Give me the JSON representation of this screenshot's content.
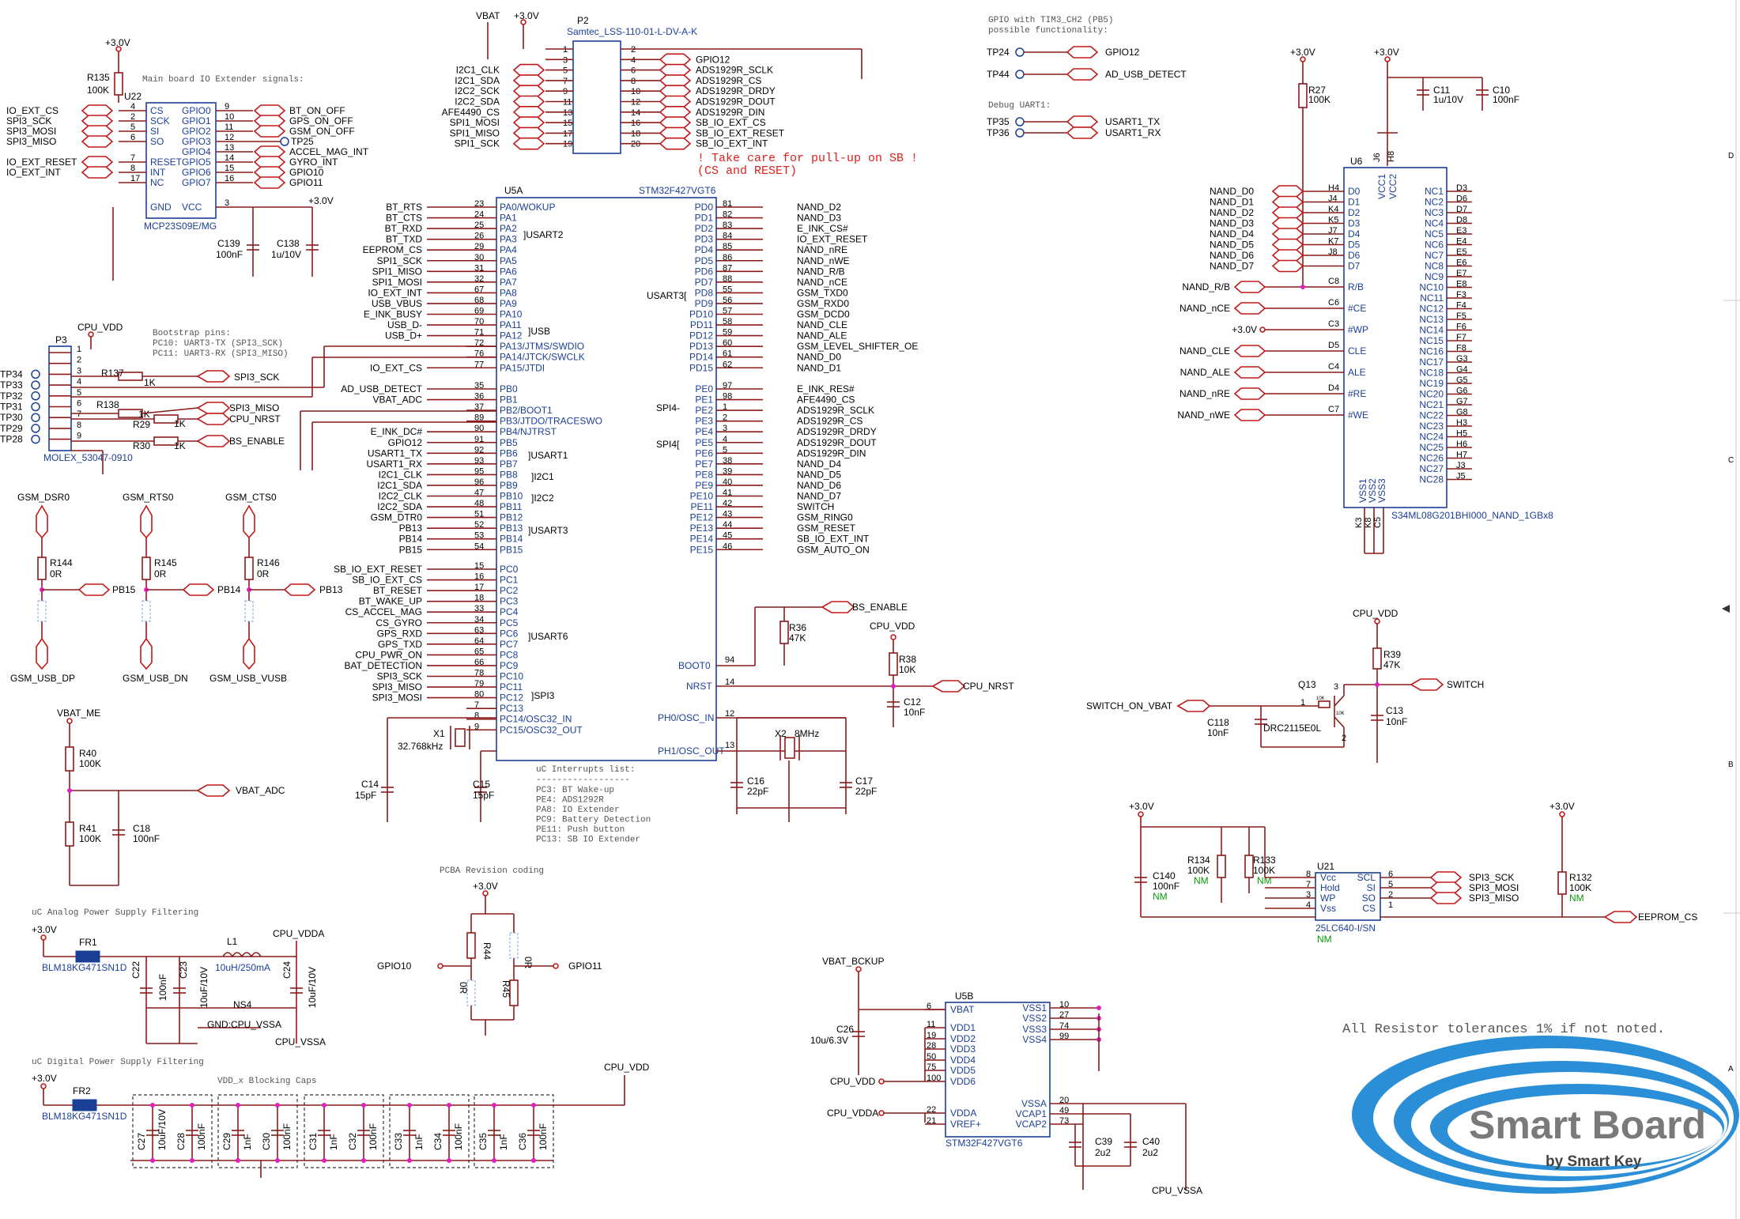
{
  "hdr": {
    "mcp_notes": "Main board IO Extender signals:",
    "gpio_note1": "GPIO with TIM3_CH2 (PB5)",
    "gpio_note2": "possible functionality:",
    "uart_note": "Debug UART1:",
    "boot_note1": "Bootstrap pins:",
    "boot_note2": "PC10: UART3-TX (SPI3_SCK)",
    "boot_note3": "PC11: UART3-RX (SPI3_MISO)",
    "pullup1": "! Take care for pull-up on SB !",
    "pullup2": "(CS and RESET)",
    "pcba": "PCBA Revision coding",
    "analog": "uC Analog Power Supply Filtering",
    "digital": "uC Digital Power Supply Filtering",
    "vddx": "VDD_x Blocking Caps",
    "tol": "All Resistor tolerances 1% if not noted."
  },
  "p2": {
    "ref": "P2",
    "part": "Samtec_LSS-110-01-L-DV-A-K",
    "vbat": "VBAT",
    "v30": "+3.0V",
    "left_nets": [
      "I2C1_CLK",
      "I2C1_SDA",
      "I2C2_SCK",
      "I2C2_SDA",
      "AFE4490_CS",
      "SPI1_MOSI",
      "SPI1_MISO",
      "SPI1_SCK"
    ],
    "left_pins": [
      "1",
      "3",
      "5",
      "7",
      "9",
      "11",
      "13",
      "15",
      "17",
      "19"
    ],
    "right_pins": [
      "2",
      "4",
      "6",
      "8",
      "10",
      "12",
      "14",
      "16",
      "18",
      "20"
    ],
    "right_nets": [
      "GPIO12",
      "ADS1929R_SCLK",
      "ADS1929R_CS",
      "ADS1929R_DRDY",
      "ADS1929R_DOUT",
      "ADS1929R_DIN",
      "SB_IO_EXT_CS",
      "SB_IO_EXT_RESET",
      "SB_IO_EXT_INT"
    ]
  },
  "u22": {
    "ref": "U22",
    "part": "MCP23S09E/MG",
    "v30": "+3.0V",
    "r135": "R135",
    "r135v": "100K",
    "left_pins": [
      [
        "CS",
        "4"
      ],
      [
        "SCK",
        "2"
      ],
      [
        "SI",
        "5"
      ],
      [
        "SO",
        "6"
      ],
      [
        "RESET",
        "7"
      ],
      [
        "INT",
        "8"
      ],
      [
        "NC",
        "17"
      ],
      [
        "GND",
        ""
      ]
    ],
    "left_nets": [
      "IO_EXT_CS",
      "SPI3_SCK",
      "SPI3_MOSI",
      "SPI3_MISO",
      "IO_EXT_RESET",
      "IO_EXT_INT"
    ],
    "right_pins": [
      [
        "GPIO0",
        "9"
      ],
      [
        "GPIO1",
        "10"
      ],
      [
        "GPIO2",
        "11"
      ],
      [
        "GPIO3",
        "12"
      ],
      [
        "GPIO4",
        "13"
      ],
      [
        "GPIO5",
        "14"
      ],
      [
        "GPIO6",
        "15"
      ],
      [
        "GPIO7",
        "16"
      ],
      [
        "VCC",
        "3"
      ]
    ],
    "right_nets": [
      "BT_ON_OFF",
      "GPS_ON_OFF",
      "GSM_ON_OFF",
      "TP25",
      "ACCEL_MAG_INT",
      "GYRO_INT",
      "GPIO10",
      "GPIO11"
    ],
    "c139": "C139",
    "c139v": "100nF",
    "c138": "C138",
    "c138v": "1u/10V",
    "v30b": "+3.0V"
  },
  "tp": {
    "tp24": "TP24",
    "tp24net": "GPIO12",
    "tp44": "TP44",
    "tp44net": "AD_USB_DETECT",
    "tp35": "TP35",
    "tp35net": "USART1_TX",
    "tp36": "TP36",
    "tp36net": "USART1_RX"
  },
  "u5a": {
    "ref": "U5A",
    "part": "STM32F427VGT6",
    "left": [
      [
        "BT_RTS",
        "23",
        "PA0/WOKUP"
      ],
      [
        "BT_CTS",
        "24",
        "PA1"
      ],
      [
        "BT_RXD",
        "25",
        "PA2"
      ],
      [
        "BT_TXD",
        "26",
        "PA3"
      ],
      [
        "EEPROM_CS",
        "29",
        "PA4"
      ],
      [
        "SPI1_SCK",
        "30",
        "PA5"
      ],
      [
        "SPI1_MISO",
        "31",
        "PA6"
      ],
      [
        "SPI1_MOSI",
        "32",
        "PA7"
      ],
      [
        "IO_EXT_INT",
        "67",
        "PA8"
      ],
      [
        "USB_VBUS",
        "68",
        "PA9"
      ],
      [
        "E_INK_BUSY",
        "69",
        "PA10"
      ],
      [
        "USB_D-",
        "70",
        "PA11"
      ],
      [
        "USB_D+",
        "71",
        "PA12"
      ],
      [
        "",
        "72",
        "PA13/JTMS/SWDIO"
      ],
      [
        "",
        "76",
        "PA14/JTCK/SWCLK"
      ],
      [
        "IO_EXT_CS",
        "77",
        "PA15/JTDI"
      ],
      [
        "AD_USB_DETECT",
        "35",
        "PB0"
      ],
      [
        "VBAT_ADC",
        "36",
        "PB1"
      ],
      [
        "",
        "37",
        "PB2/BOOT1"
      ],
      [
        "",
        "89",
        "PB3/JTDO/TRACESWO"
      ],
      [
        "E_INK_DC#",
        "90",
        "PB4/NJTRST"
      ],
      [
        "GPIO12",
        "91",
        "PB5"
      ],
      [
        "USART1_TX",
        "92",
        "PB6"
      ],
      [
        "USART1_RX",
        "93",
        "PB7"
      ],
      [
        "I2C1_CLK",
        "95",
        "PB8"
      ],
      [
        "I2C1_SDA",
        "96",
        "PB9"
      ],
      [
        "I2C2_CLK",
        "47",
        "PB10"
      ],
      [
        "I2C2_SDA",
        "48",
        "PB11"
      ],
      [
        "GSM_DTR0",
        "51",
        "PB12"
      ],
      [
        "PB13",
        "52",
        "PB13"
      ],
      [
        "PB14",
        "53",
        "PB14"
      ],
      [
        "PB15",
        "54",
        "PB15"
      ],
      [
        "SB_IO_EXT_RESET",
        "15",
        "PC0"
      ],
      [
        "SB_IO_EXT_CS",
        "16",
        "PC1"
      ],
      [
        "BT_RESET",
        "17",
        "PC2"
      ],
      [
        "BT_WAKE_UP",
        "18",
        "PC3"
      ],
      [
        "CS_ACCEL_MAG",
        "33",
        "PC4"
      ],
      [
        "CS_GYRO",
        "34",
        "PC5"
      ],
      [
        "GPS_RXD",
        "63",
        "PC6"
      ],
      [
        "GPS_TXD",
        "64",
        "PC7"
      ],
      [
        "CPU_PWR_ON",
        "65",
        "PC8"
      ],
      [
        "BAT_DETECTION",
        "66",
        "PC9"
      ],
      [
        "SPI3_SCK",
        "78",
        "PC10"
      ],
      [
        "SPI3_MISO",
        "79",
        "PC11"
      ],
      [
        "SPI3_MOSI",
        "80",
        "PC12"
      ],
      [
        "",
        "7",
        "PC13"
      ],
      [
        "",
        "8",
        "PC14/OSC32_IN"
      ],
      [
        "",
        "9",
        "PC15/OSC32_OUT"
      ]
    ],
    "right": [
      [
        "PD0",
        "81",
        "NAND_D2"
      ],
      [
        "PD1",
        "82",
        "NAND_D3"
      ],
      [
        "PD2",
        "83",
        "E_INK_CS#"
      ],
      [
        "PD3",
        "84",
        "IO_EXT_RESET"
      ],
      [
        "PD4",
        "85",
        "NAND_nRE"
      ],
      [
        "PD5",
        "86",
        "NAND_nWE"
      ],
      [
        "PD6",
        "87",
        "NAND_R/B"
      ],
      [
        "PD7",
        "88",
        "NAND_nCE"
      ],
      [
        "PD8",
        "55",
        "GSM_TXD0"
      ],
      [
        "PD9",
        "56",
        "GSM_RXD0"
      ],
      [
        "PD10",
        "57",
        "GSM_DCD0"
      ],
      [
        "PD11",
        "58",
        "NAND_CLE"
      ],
      [
        "PD12",
        "59",
        "NAND_ALE"
      ],
      [
        "PD13",
        "60",
        "GSM_LEVEL_SHIFTER_OE"
      ],
      [
        "PD14",
        "61",
        "NAND_D0"
      ],
      [
        "PD15",
        "62",
        "NAND_D1"
      ],
      [
        "PE0",
        "97",
        "E_INK_RES#"
      ],
      [
        "PE1",
        "98",
        "AFE4490_CS"
      ],
      [
        "PE2",
        "1",
        "ADS1929R_SCLK"
      ],
      [
        "PE3",
        "2",
        "ADS1929R_CS"
      ],
      [
        "PE4",
        "3",
        "ADS1929R_DRDY"
      ],
      [
        "PE5",
        "4",
        "ADS1929R_DOUT"
      ],
      [
        "PE6",
        "5",
        "ADS1929R_DIN"
      ],
      [
        "PE7",
        "38",
        "NAND_D4"
      ],
      [
        "PE8",
        "39",
        "NAND_D5"
      ],
      [
        "PE9",
        "40",
        "NAND_D6"
      ],
      [
        "PE10",
        "41",
        "NAND_D7"
      ],
      [
        "PE11",
        "42",
        "SWITCH"
      ],
      [
        "PE12",
        "43",
        "GSM_RING0"
      ],
      [
        "PE13",
        "44",
        "GSM_RESET"
      ],
      [
        "PE14",
        "45",
        "SB_IO_EXT_INT"
      ],
      [
        "PE15",
        "46",
        "GSM_AUTO_ON"
      ]
    ],
    "boot0": "BOOT0",
    "boot0n": "94",
    "nrst": "NRST",
    "nrstn": "14",
    "ph0": "PH0/OSC_IN",
    "ph0n": "12",
    "ph1": "PH1/OSC_OUT",
    "ph1n": "13",
    "grp_usart2": "]USART2",
    "grp_usb": "]USB",
    "grp_usart1": "]USART1",
    "grp_i2c1": "]I2C1",
    "grp_i2c2": "]I2C2",
    "grp_usart3": "]USART3",
    "grp_usart6": "]USART6",
    "grp_spi3": "]SPI3",
    "grp_usart3b": "USART3[",
    "grp_spi4a": "SPI4-",
    "grp_spi4b": "SPI4["
  },
  "u6": {
    "ref": "U6",
    "part": "S34ML08G201BHI000_NAND_1GBx8",
    "v30a": "+3.0V",
    "v30b": "+3.0V",
    "r27": "R27",
    "r27v": "100K",
    "c11": "C11",
    "c11v": "1u/10V",
    "c10": "C10",
    "c10v": "100nF",
    "vcc_pins": [
      "J6",
      "H8"
    ],
    "vcc": [
      "VCC1",
      "VCC2"
    ],
    "data": [
      [
        "NAND_D0",
        "H4",
        "D0"
      ],
      [
        "NAND_D1",
        "J4",
        "D1"
      ],
      [
        "NAND_D2",
        "K4",
        "D2"
      ],
      [
        "NAND_D3",
        "K5",
        "D3"
      ],
      [
        "NAND_D4",
        "J7",
        "D4"
      ],
      [
        "NAND_D5",
        "K7",
        "D5"
      ],
      [
        "NAND_D6",
        "J8",
        "D6"
      ],
      [
        "NAND_D7",
        "",
        "D7"
      ]
    ],
    "ctrl": [
      [
        "NAND_R/B",
        "C8",
        "R/B"
      ],
      [
        "NAND_nCE",
        "C6",
        "#CE"
      ],
      [
        "+3.0V",
        "C3",
        "#WP"
      ],
      [
        "NAND_CLE",
        "D5",
        "CLE"
      ],
      [
        "NAND_ALE",
        "C4",
        "ALE"
      ],
      [
        "NAND_nRE",
        "D4",
        "#RE"
      ],
      [
        "NAND_nWE",
        "C7",
        "#WE"
      ]
    ],
    "nc": [
      [
        "NC1",
        "D3"
      ],
      [
        "NC2",
        "D6"
      ],
      [
        "NC3",
        "D7"
      ],
      [
        "NC4",
        "D8"
      ],
      [
        "NC5",
        "E3"
      ],
      [
        "NC6",
        "E4"
      ],
      [
        "NC7",
        "E5"
      ],
      [
        "NC8",
        "E6"
      ],
      [
        "NC9",
        "E7"
      ],
      [
        "NC10",
        "E8"
      ],
      [
        "NC11",
        "F3"
      ],
      [
        "NC12",
        "F4"
      ],
      [
        "NC13",
        "F5"
      ],
      [
        "NC14",
        "F6"
      ],
      [
        "NC15",
        "F7"
      ],
      [
        "NC16",
        "F8"
      ],
      [
        "NC17",
        "G3"
      ],
      [
        "NC18",
        "G4"
      ],
      [
        "NC19",
        "G5"
      ],
      [
        "NC20",
        "G6"
      ],
      [
        "NC21",
        "G7"
      ],
      [
        "NC22",
        "G8"
      ],
      [
        "NC23",
        "H3"
      ],
      [
        "NC24",
        "H5"
      ],
      [
        "NC25",
        "H6"
      ],
      [
        "NC26",
        "H7"
      ],
      [
        "NC27",
        "J3"
      ],
      [
        "NC28",
        "J5"
      ]
    ],
    "vss": [
      "VSS1",
      "VSS2",
      "VSS3"
    ],
    "vss_pins": [
      "K3",
      "K8",
      "C5"
    ]
  },
  "p3": {
    "ref": "P3",
    "cpu_vdd": "CPU_VDD",
    "part": "MOLEX_53047-0910",
    "tps": [
      "TP34",
      "TP33",
      "TP32",
      "TP31",
      "TP30",
      "TP29",
      "",
      "TP28"
    ],
    "pins": [
      "1",
      "2",
      "3",
      "4",
      "5",
      "6",
      "7",
      "8",
      "9"
    ],
    "r137": "R137",
    "r137v": "1K",
    "r138": "R138",
    "r138v": "1K",
    "r29": "R29",
    "r29v": "1K",
    "r30": "R30",
    "r30v": "1K",
    "nets": [
      "SPI3_SCK",
      "SPI3_MISO",
      "CPU_NRST",
      "BS_ENABLE"
    ]
  },
  "gsm": {
    "top": [
      "GSM_DSR0",
      "GSM_RTS0",
      "GSM_CTS0"
    ],
    "refs": [
      "R144",
      "R145",
      "R146"
    ],
    "vals": [
      "0R",
      "0R",
      "0R"
    ],
    "pb": [
      "PB15",
      "PB14",
      "PB13"
    ],
    "bottom": [
      "GSM_USB_DP",
      "GSM_USB_DN",
      "GSM_USB_VUSB"
    ]
  },
  "vbat_me": {
    "label": "VBAT_ME",
    "r40": "R40",
    "r40v": "100K",
    "r41": "R41",
    "r41v": "100K",
    "c18": "C18",
    "c18v": "100nF",
    "net": "VBAT_ADC"
  },
  "analog": {
    "v30": "+3.0V",
    "fr1": "FR1",
    "fr1v": "BLM18KG471SN1D",
    "l1": "L1",
    "l1v": "10uH/250mA",
    "cpu_vdda": "CPU_VDDA",
    "c22": "C22",
    "c22v": "100nF",
    "c23": "C23",
    "c23v": "10uF/10V",
    "c24": "C24",
    "c24v": "10uF/10V",
    "ns4": "NS4",
    "gnd": "GND:CPU_VSSA",
    "cpu_vssa": "CPU_VSSA"
  },
  "digital": {
    "v30": "+3.0V",
    "fr2": "FR2",
    "fr2v": "BLM18KG471SN1D",
    "cpu_vdd": "CPU_VDD",
    "caps": [
      [
        "C27",
        "10uF/10V"
      ],
      [
        "C28",
        "100nF"
      ],
      [
        "C29",
        "1nF"
      ],
      [
        "C30",
        "100nF"
      ],
      [
        "C31",
        "1nF"
      ],
      [
        "C32",
        "100nF"
      ],
      [
        "C33",
        "1nF"
      ],
      [
        "C34",
        "100nF"
      ],
      [
        "C35",
        "1nF"
      ],
      [
        "C36",
        "100nF"
      ]
    ]
  },
  "pcba": {
    "v30": "+3.0V",
    "gpio10": "GPIO10",
    "gpio11": "GPIO11",
    "r44": "R44",
    "r45": "R45",
    "v0r_a": "0R",
    "v0r_b": "0R"
  },
  "interrupts": {
    "title": "uC Interrupts list:",
    "sep": "------------------",
    "items": [
      "PC3:  BT Wake-up",
      "PE4:  ADS1292R",
      "PA8:  IO Extender",
      "PC9:  Battery Detection",
      "PE11: Push button",
      "PC13: SB IO Extender"
    ]
  },
  "xtal": {
    "x1": "X1",
    "x1v": "32.768kHz",
    "c14": "C14",
    "c14v": "15pF",
    "c15": "C15",
    "c15v": "15pF",
    "x2": "X2",
    "x2v": "8MHz",
    "c16": "C16",
    "c16v": "22pF",
    "c17": "C17",
    "c17v": "22pF"
  },
  "boot": {
    "bs": "BS_ENABLE",
    "r36": "R36",
    "r36v": "47K",
    "cpu_vdd": "CPU_VDD",
    "r38": "R38",
    "r38v": "10K",
    "cpu_nrst": "CPU_NRST",
    "c12": "C12",
    "c12v": "10nF"
  },
  "q13": {
    "cpu_vdd": "CPU_VDD",
    "r39": "R39",
    "r39v": "47K",
    "ref": "Q13",
    "part": "DRC2115E0L",
    "switch": "SWITCH",
    "in": "SWITCH_ON_VBAT",
    "c118": "C118",
    "c118v": "10nF",
    "c13": "C13",
    "c13v": "10nF",
    "p1": "1",
    "p2": "2",
    "p3": "3",
    "r1": "10K",
    "r2": "10K"
  },
  "u21": {
    "ref": "U21",
    "part": "25LC640-I/SN",
    "nm": "NM",
    "v30a": "+3.0V",
    "v30b": "+3.0V",
    "c140": "C140",
    "c140v": "100nF",
    "c140nm": "NM",
    "r134": "R134",
    "r134v": "100K",
    "r134nm": "NM",
    "r133": "R133",
    "r133v": "100K",
    "r133nm": "NM",
    "r132": "R132",
    "r132v": "100K",
    "r132nm": "NM",
    "left": [
      [
        "Vcc",
        "8"
      ],
      [
        "Hold",
        "7"
      ],
      [
        "WP",
        "3"
      ],
      [
        "Vss",
        "4"
      ]
    ],
    "right": [
      [
        "SCL",
        "6"
      ],
      [
        "SI",
        "5"
      ],
      [
        "SO",
        "2"
      ],
      [
        "CS",
        "1"
      ]
    ],
    "nets": [
      "SPI3_SCK",
      "SPI3_MOSI",
      "SPI3_MISO",
      "EEPROM_CS"
    ]
  },
  "u5b": {
    "ref": "U5B",
    "part": "STM32F427VGT6",
    "vbat_bckup": "VBAT_BCKUP",
    "c26": "C26",
    "c26v": "10u/6.3V",
    "cpu_vdd": "CPU_VDD",
    "cpu_vdda": "CPU_VDDA",
    "left": [
      [
        "VBAT",
        "6"
      ],
      [
        "VDD1",
        "11"
      ],
      [
        "VDD2",
        "19"
      ],
      [
        "VDD3",
        "28"
      ],
      [
        "VDD4",
        "50"
      ],
      [
        "VDD5",
        "75"
      ],
      [
        "VDD6",
        "100"
      ],
      [
        "VDDA",
        "22"
      ],
      [
        "VREF+",
        "21"
      ]
    ],
    "right": [
      [
        "VSS1",
        "10"
      ],
      [
        "VSS2",
        "27"
      ],
      [
        "VSS3",
        "74"
      ],
      [
        "VSS4",
        "99"
      ],
      [
        "VSSA",
        "20"
      ],
      [
        "VCAP1",
        "49"
      ],
      [
        "VCAP2",
        "73"
      ]
    ],
    "c39": "C39",
    "c39v": "2u2",
    "c40": "C40",
    "c40v": "2u2",
    "cpu_vssa": "CPU_VSSA"
  },
  "logo": {
    "title": "Smart Board",
    "sub": "by Smart Key"
  },
  "border": {
    "right_letters": [
      "D",
      "C",
      "B",
      "A"
    ]
  }
}
